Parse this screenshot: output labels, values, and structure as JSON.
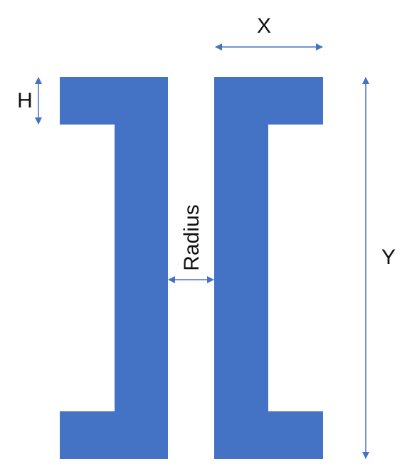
{
  "diagram": {
    "colors": {
      "shape_fill": "#4472C4",
      "arrow_stroke": "#4472C4",
      "label_text": "#111111",
      "background": "#FFFFFF"
    },
    "labels": {
      "x": "X",
      "h": "H",
      "y": "Y",
      "radius": "Radius"
    }
  }
}
